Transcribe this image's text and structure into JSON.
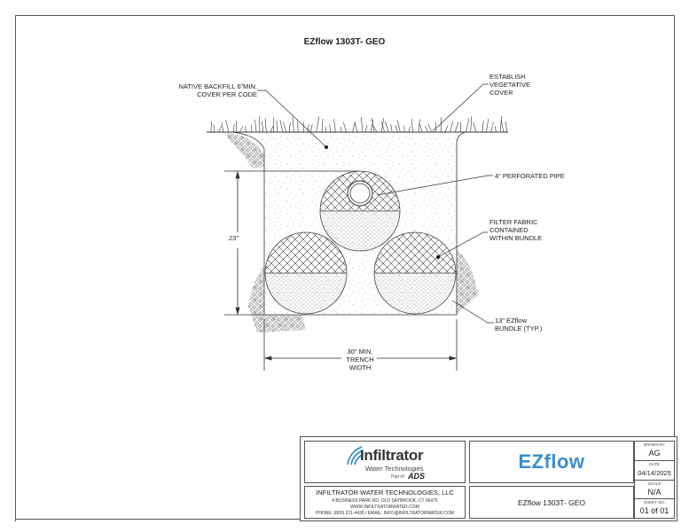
{
  "drawing": {
    "title": "EZflow 1303T- GEO",
    "callouts": {
      "backfill": [
        "NATIVE BACKFILL 6\"MIN.",
        "COVER PER CODE"
      ],
      "vegetative": [
        "ESTABLISH",
        "VEGETATIVE",
        "COVER"
      ],
      "pipe": "4\" PERFORATED PIPE",
      "fabric": [
        "FILTER FABRIC",
        "CONTAINED",
        "WITHIN BUNDLE"
      ],
      "bundle": [
        "13\" EZflow",
        "BUNDLE (TYP.)"
      ]
    },
    "dimensions": {
      "height": "23\"",
      "width": [
        "30\" MIN.",
        "TRENCH",
        "WIDTH"
      ]
    }
  },
  "title_block": {
    "logo": {
      "name": "Infiltrator",
      "subtitle": "Water Technologies",
      "part_of": "Part of",
      "parent": "ADS"
    },
    "company": {
      "name": "INFILTRATOR WATER TECHNOLOGIES, LLC",
      "address": "4 BUSINESS PARK RD, OLD SAYBROOK, CT 06475",
      "website": "WWW.INFILTRATORWATER.COM",
      "contact": "PHONE: (800) 221-4436 / EMAIL: INFO@INFILTRATORWATER.COM"
    },
    "product_logo": "EZflow",
    "drawing_title": "EZflow 1303T- GEO",
    "drawn_by_label": "DRAWN BY",
    "drawn_by": "AG",
    "date_label": "DATE",
    "date": "04/14/2025",
    "scale_label": "SCALE",
    "scale": "N/A",
    "sheet_label": "SHEET NO.",
    "sheet": "01 of 01"
  },
  "colors": {
    "ezflow_blue": "#3a8fc9",
    "line": "#333333"
  }
}
